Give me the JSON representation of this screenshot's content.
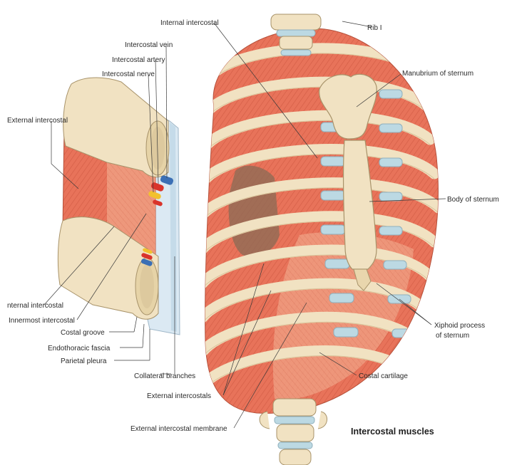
{
  "figure": {
    "caption": "Intercostal muscles"
  },
  "labels": {
    "internal_intercostal_top": "Internal intercostal",
    "rib_1": "Rib I",
    "manubrium": "Manubrium of sternum",
    "body_of_sternum": "Body of sternum",
    "xiphoid_line1": "Xiphoid process",
    "xiphoid_line2": "of sternum",
    "costal_cartilage": "Costal cartilage",
    "external_intercostal_membrane": "External intercostal membrane",
    "external_intercostals": "External intercostals",
    "collateral_branches": "Collateral branches",
    "parietal_pleura": "Parietal pleura",
    "endothoracic_fascia": "Endothoracic fascia",
    "costal_groove": "Costal  groove",
    "innermost_intercostal": "Innermost intercostal",
    "internal_intercostal_left": "nternal intercostal",
    "external_intercostal": "External intercostal",
    "intercostal_nerve": "Intercostal nerve",
    "intercostal_artery": "Intercostal artery",
    "intercostal_vein": "Intercostal vein"
  },
  "colors": {
    "muscle": "#e8735a",
    "muscle_light": "#f2a58c",
    "bone": "#f1e2c2",
    "bone_shadow": "#d9c49a",
    "cartilage": "#bcd9e3",
    "vein": "#3b6fb5",
    "artery": "#d9342b",
    "nerve": "#f2c12e"
  }
}
